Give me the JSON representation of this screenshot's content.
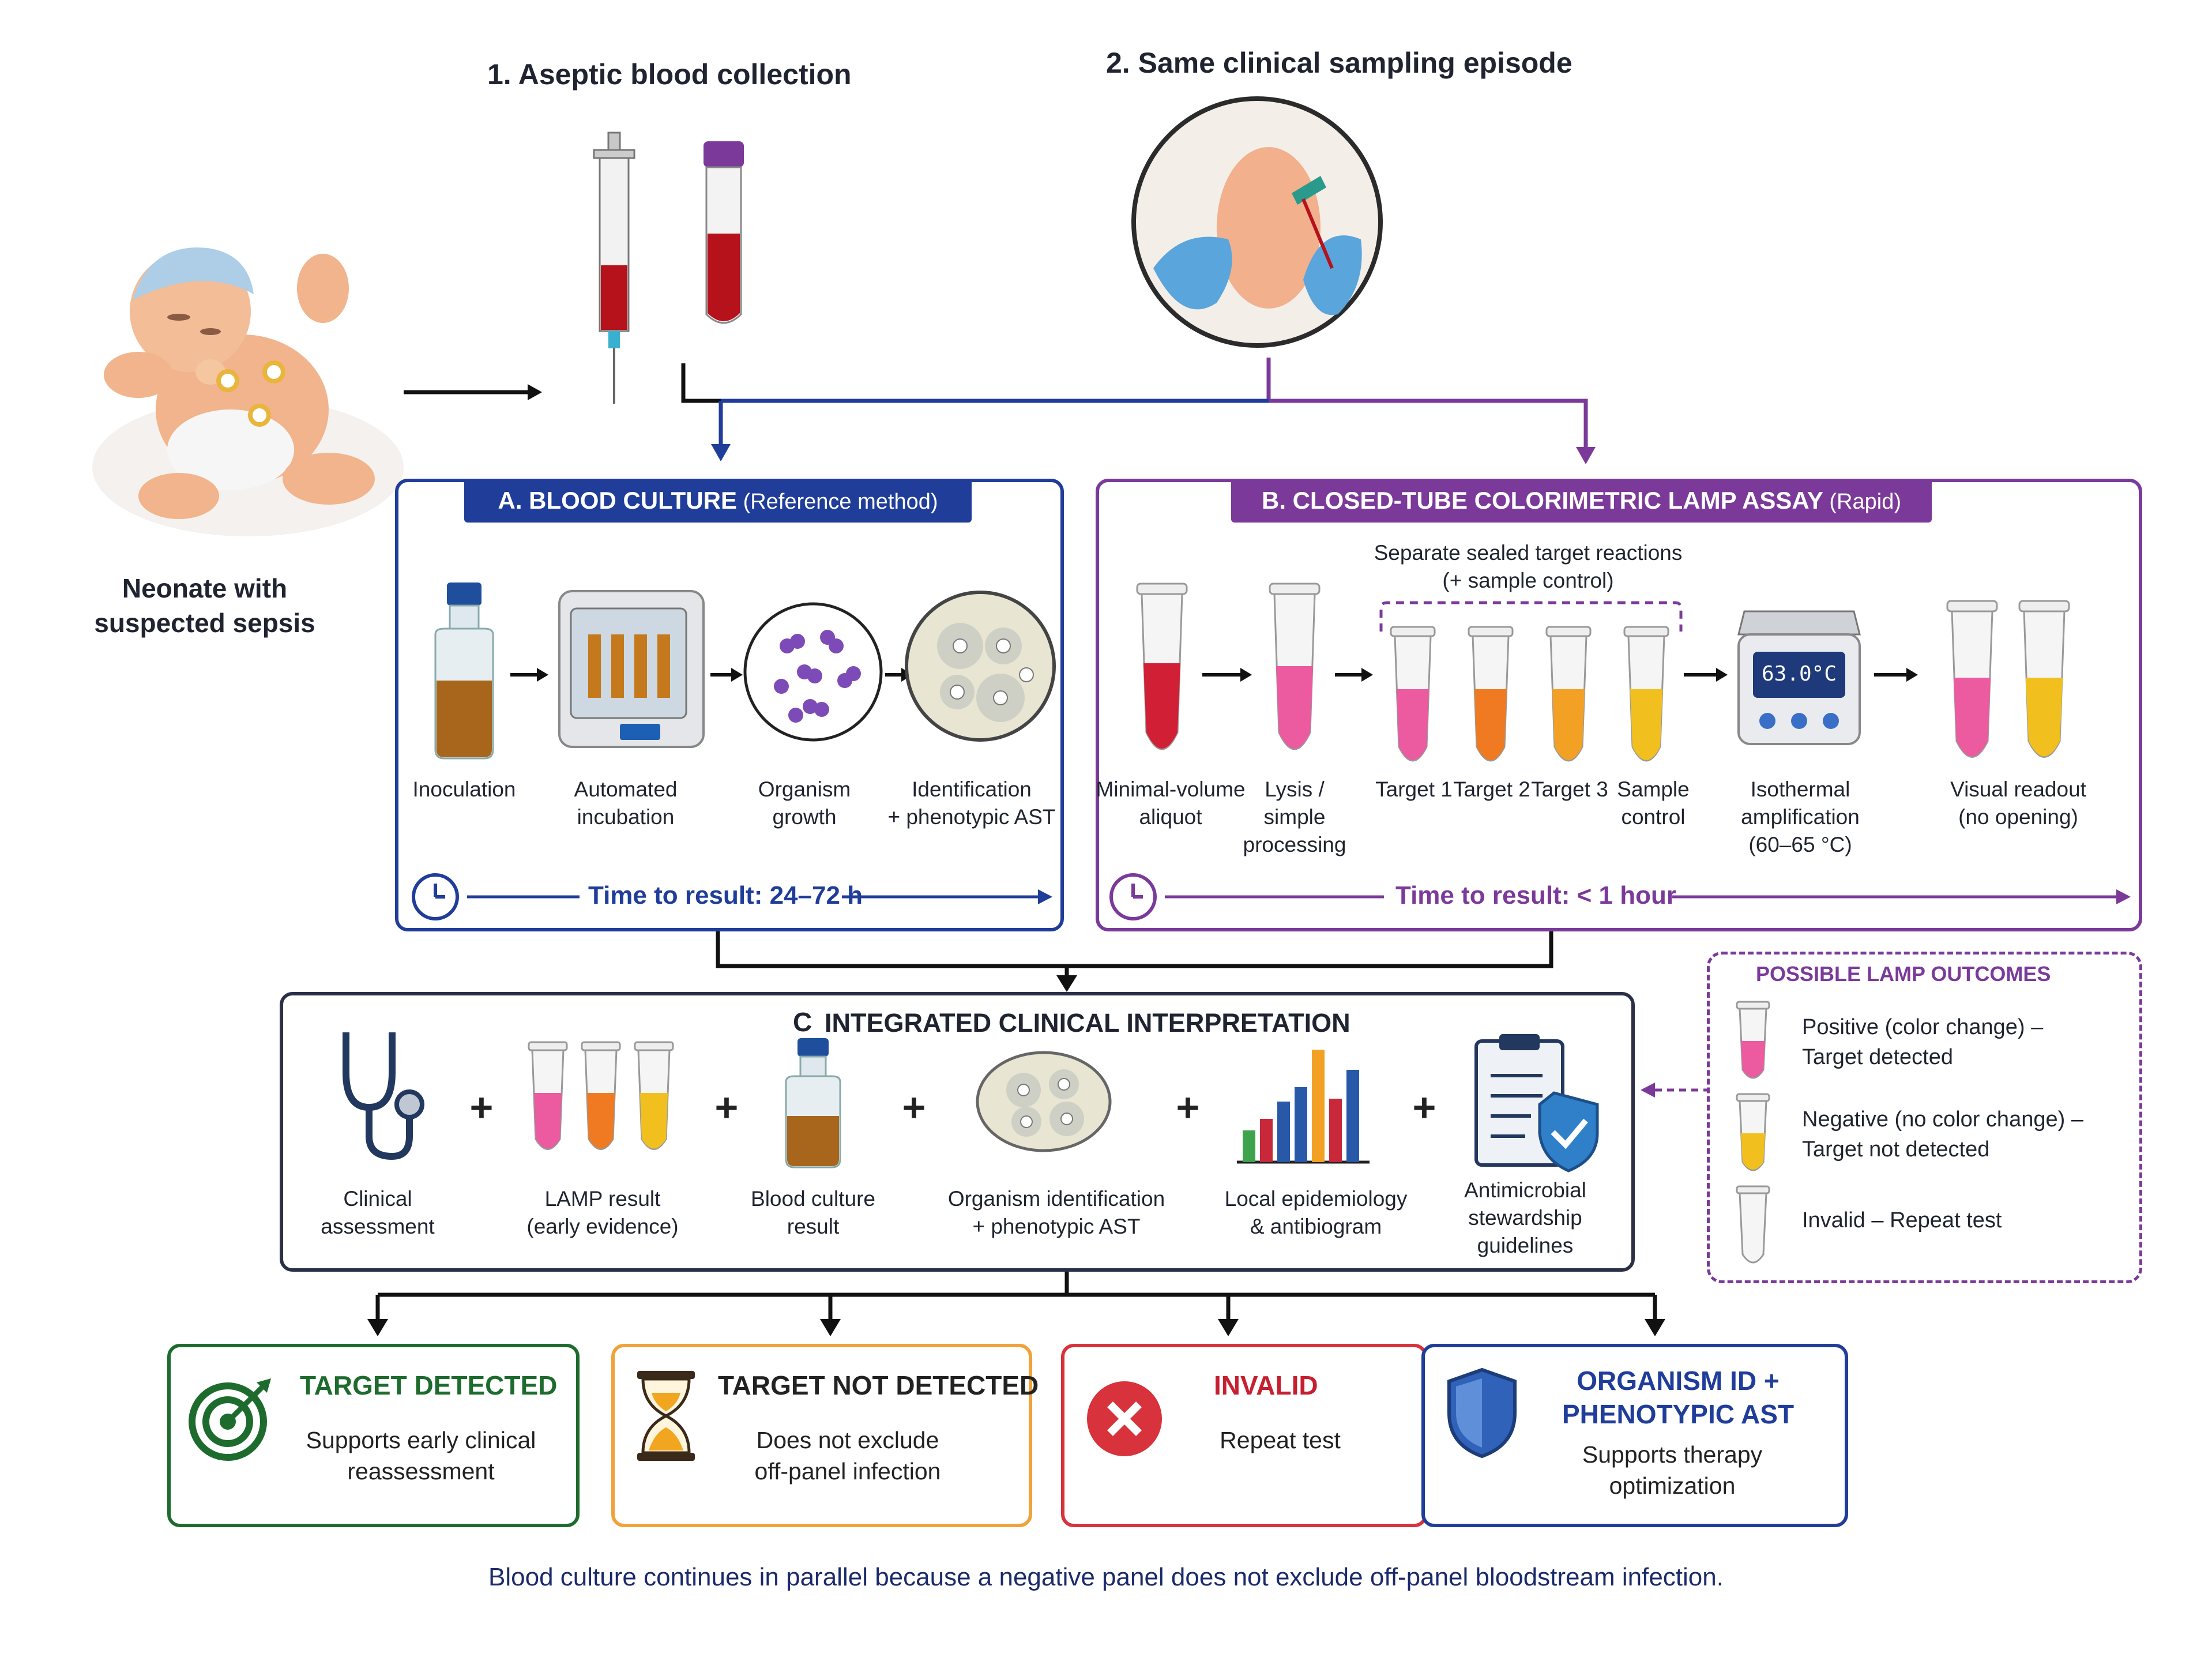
{
  "top": {
    "step1": "1. Aseptic blood collection",
    "step2": "2. Same clinical sampling episode",
    "neonate": "Neonate with\nsuspected sepsis"
  },
  "panel_a": {
    "tab_main": "A. BLOOD CULTURE",
    "tab_sub": " (Reference method)",
    "steps": [
      "Inoculation",
      "Automated\nincubation",
      "Organism\ngrowth",
      "Identification\n+ phenotypic AST"
    ],
    "time": "Time to result: 24–72 h"
  },
  "panel_b": {
    "tab_main": "B. CLOSED-TUBE COLORIMETRIC LAMP ASSAY",
    "tab_sub": " (Rapid)",
    "bracket_label": "Separate sealed target reactions\n(+ sample control)",
    "steps": [
      "Minimal-volume\naliquot",
      "Lysis /\nsimple\nprocessing",
      "Target 1",
      "Target 2",
      "Target 3",
      "Sample\ncontrol",
      "Isothermal\namplification\n(60–65 °C)",
      "Visual readout\n(no opening)"
    ],
    "display": "63.0°C",
    "time": "Time to result: < 1 hour"
  },
  "panel_c": {
    "letter": "C",
    "title": "INTEGRATED CLINICAL INTERPRETATION",
    "items": [
      "Clinical\nassessment",
      "LAMP result\n(early evidence)",
      "Blood culture\nresult",
      "Organism identification\n+ phenotypic AST",
      "Local epidemiology\n& antibiogram",
      "Antimicrobial\nstewardship\nguidelines"
    ],
    "plus": "+"
  },
  "outcomes": {
    "title": "POSSIBLE LAMP OUTCOMES",
    "items": [
      "Positive (color change) –\nTarget detected",
      "Negative (no color change) –\nTarget not detected",
      "Invalid – Repeat test"
    ]
  },
  "results": [
    {
      "title": "TARGET DETECTED",
      "text": "Supports early clinical\nreassessment",
      "color": "#1e6b2e"
    },
    {
      "title": "TARGET NOT DETECTED",
      "text": "Does not exclude\noff-panel infection",
      "color": "#222222"
    },
    {
      "title": "INVALID",
      "text": "Repeat test",
      "color": "#c62030"
    },
    {
      "title": "ORGANISM ID +\nPHENOTYPIC AST",
      "text": "Supports therapy\noptimization",
      "color": "#1f3d99"
    }
  ],
  "footer": "Blood culture continues in parallel because a negative panel does not exclude off-panel bloodstream infection.",
  "colors": {
    "blue": "#1f3d99",
    "purple": "#7b3a9a",
    "green": "#1e6b2e",
    "orange": "#f0a23a",
    "red": "#d8323c",
    "pink": "#ec5aa0",
    "blood": "#b5121b"
  }
}
